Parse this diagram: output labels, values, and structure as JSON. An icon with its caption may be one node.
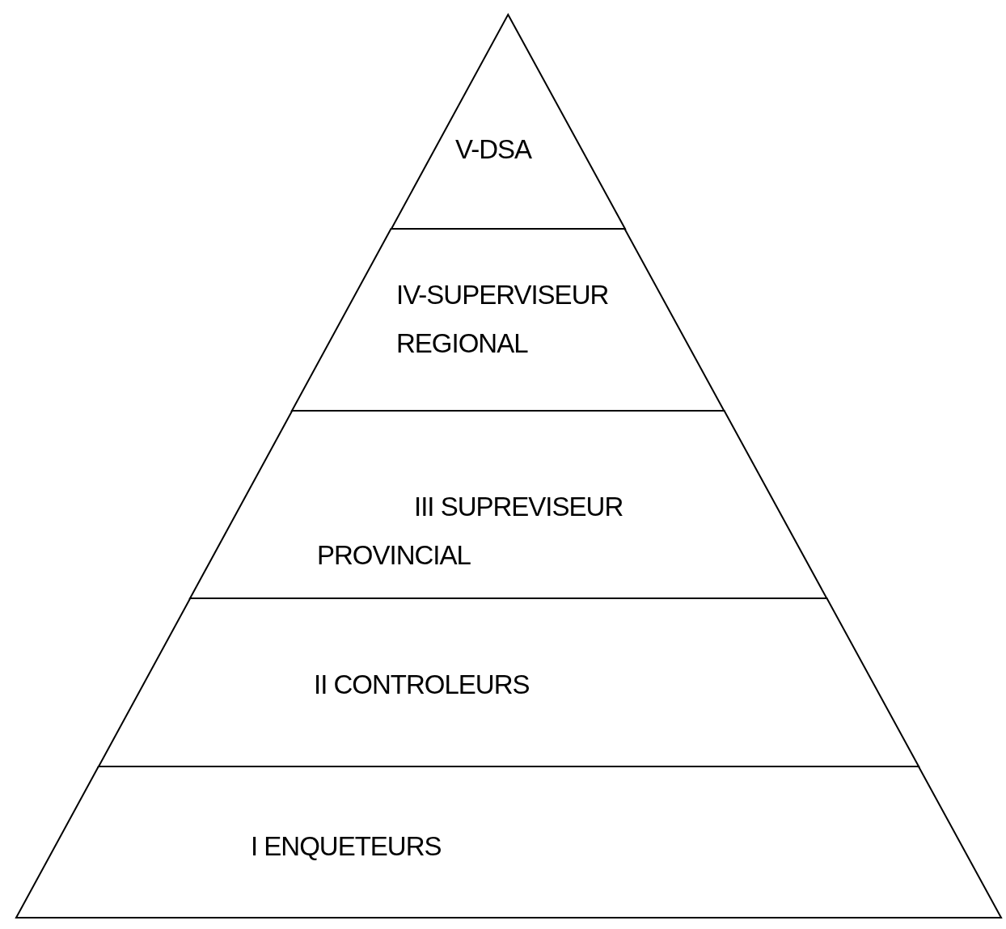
{
  "diagram": {
    "nodes": [
      {
        "text": [
          "V-DSA"
        ]
      },
      {
        "text": [
          "IV-SUPERVISEUR REGIONAL"
        ]
      },
      {
        "text": [
          "III SUPREVISEUR PROVINCIAL"
        ]
      },
      {
        "text": [
          "II CONTROLEURS"
        ]
      },
      {
        "text": [
          "I ENQUETEURS"
        ]
      }
    ]
  }
}
